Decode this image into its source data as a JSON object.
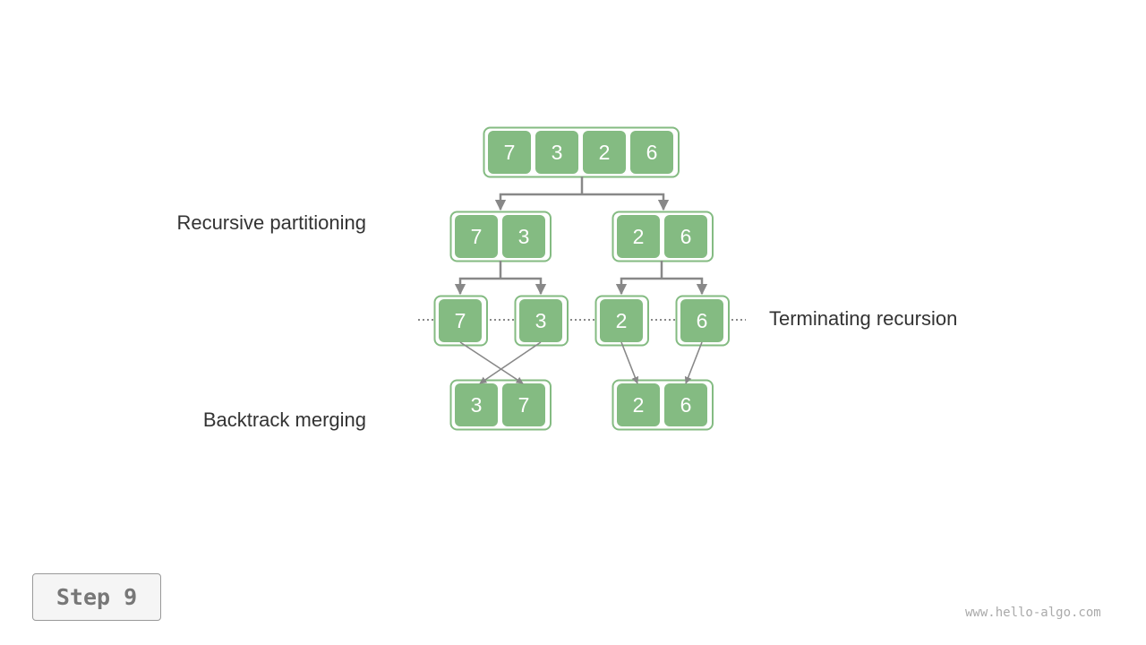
{
  "labels": {
    "partition": "Recursive partitioning",
    "terminate": "Terminating recursion",
    "merge": "Backtrack merging"
  },
  "step_label": "Step 9",
  "footer": "www.hello-algo.com",
  "colors": {
    "cell": "#84bb82",
    "border": "#84bb82",
    "arrow": "#888888",
    "text": "#ffffff"
  },
  "levels": [
    {
      "name": "original",
      "arrays": [
        [
          7,
          3,
          2,
          6
        ]
      ]
    },
    {
      "name": "partition-1",
      "arrays": [
        [
          7,
          3
        ],
        [
          2,
          6
        ]
      ]
    },
    {
      "name": "partition-2",
      "arrays": [
        [
          7
        ],
        [
          3
        ],
        [
          2
        ],
        [
          6
        ]
      ]
    },
    {
      "name": "merged",
      "arrays": [
        [
          3,
          7
        ],
        [
          2,
          6
        ]
      ]
    }
  ]
}
